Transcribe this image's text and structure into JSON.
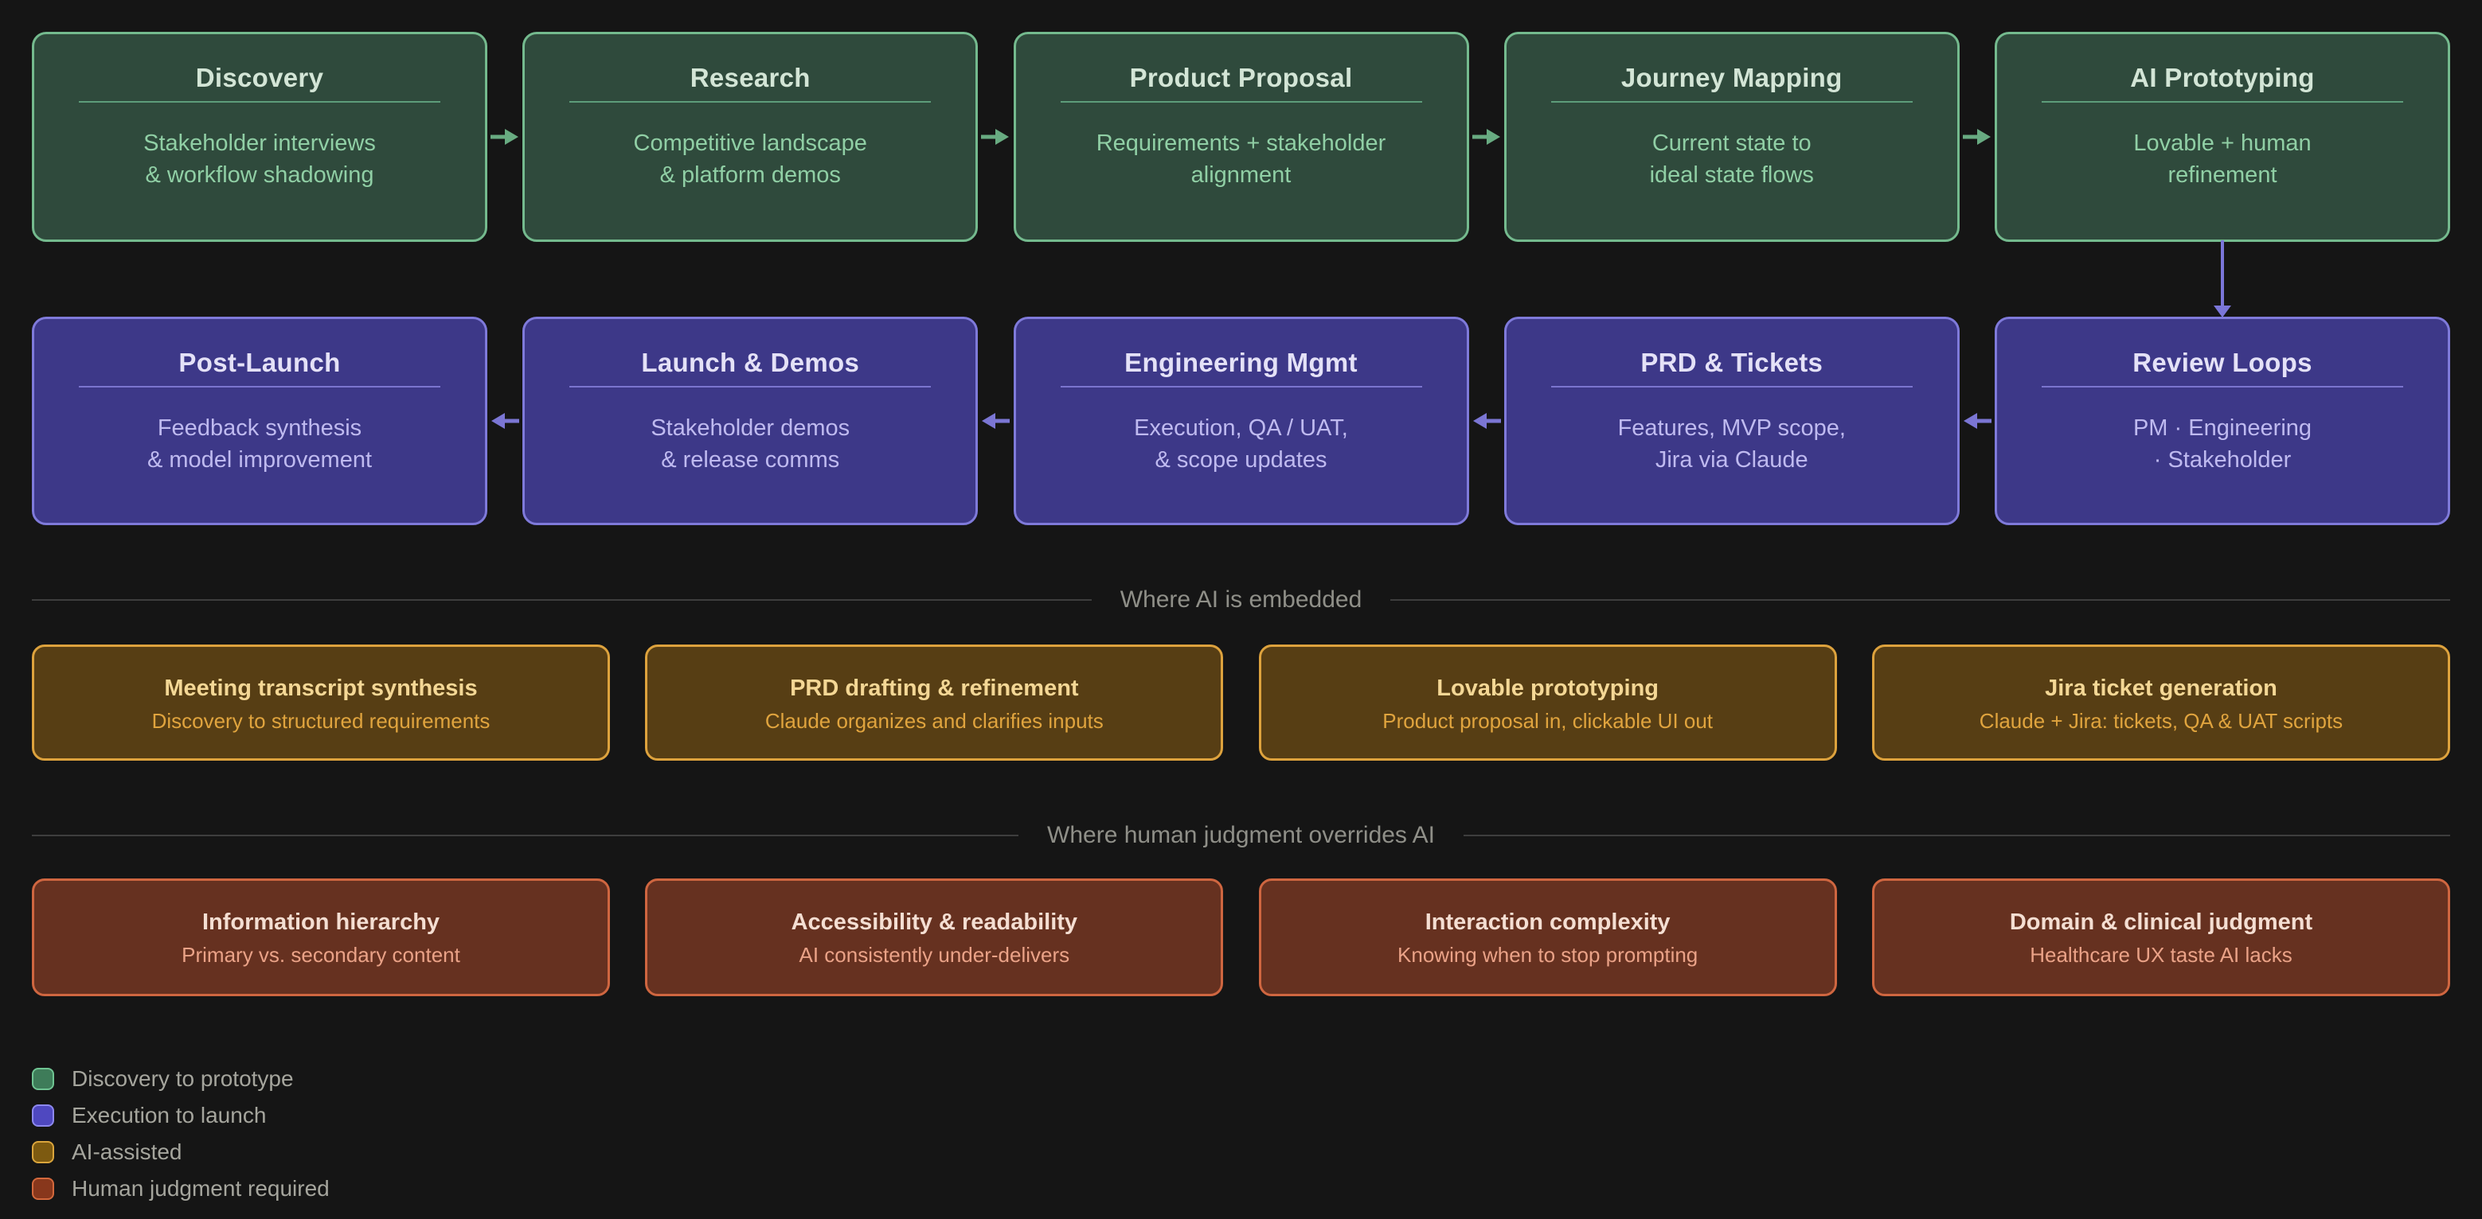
{
  "flow_top": {
    "boxes": [
      {
        "title": "Discovery",
        "line1": "Stakeholder interviews",
        "line2": "& workflow shadowing"
      },
      {
        "title": "Research",
        "line1": "Competitive landscape",
        "line2": "& platform demos"
      },
      {
        "title": "Product Proposal",
        "line1": "Requirements + stakeholder",
        "line2": "alignment"
      },
      {
        "title": "Journey Mapping",
        "line1": "Current state to",
        "line2": "ideal state flows"
      },
      {
        "title": "AI Prototyping",
        "line1": "Lovable + human",
        "line2": "refinement"
      }
    ],
    "arrow_direction": "right"
  },
  "flow_bottom": {
    "boxes": [
      {
        "title": "Post-Launch",
        "line1": "Feedback synthesis",
        "line2": "& model improvement"
      },
      {
        "title": "Launch & Demos",
        "line1": "Stakeholder demos",
        "line2": "& release comms"
      },
      {
        "title": "Engineering Mgmt",
        "line1": "Execution, QA / UAT,",
        "line2": "& scope updates"
      },
      {
        "title": "PRD & Tickets",
        "line1": "Features, MVP scope,",
        "line2": "Jira via Claude"
      },
      {
        "title": "Review Loops",
        "line1": "PM · Engineering",
        "line2": "· Stakeholder"
      }
    ],
    "arrow_direction": "left"
  },
  "dividers": {
    "ai": "Where AI is embedded",
    "human": "Where human judgment overrides AI"
  },
  "ai_row": {
    "boxes": [
      {
        "title": "Meeting transcript synthesis",
        "desc": "Discovery to structured requirements"
      },
      {
        "title": "PRD drafting & refinement",
        "desc": "Claude organizes and clarifies inputs"
      },
      {
        "title": "Lovable prototyping",
        "desc": "Product proposal in, clickable UI out"
      },
      {
        "title": "Jira ticket generation",
        "desc": "Claude + Jira: tickets, QA & UAT scripts"
      }
    ]
  },
  "human_row": {
    "boxes": [
      {
        "title": "Information hierarchy",
        "desc": "Primary vs. secondary content"
      },
      {
        "title": "Accessibility & readability",
        "desc": "AI consistently under-delivers"
      },
      {
        "title": "Interaction complexity",
        "desc": "Knowing when to stop prompting"
      },
      {
        "title": "Domain & clinical judgment",
        "desc": "Healthcare UX taste AI lacks"
      }
    ]
  },
  "legend": {
    "items": [
      {
        "label": "Discovery to prototype",
        "color": "#3e7c59",
        "border": "#6fc492"
      },
      {
        "label": "Execution to launch",
        "color": "#4f48c0",
        "border": "#8d88ee"
      },
      {
        "label": "AI-assisted",
        "color": "#7d5a10",
        "border": "#daa53c"
      },
      {
        "label": "Human judgment required",
        "color": "#88371c",
        "border": "#d3683c"
      }
    ]
  },
  "colors": {
    "background": "#151515",
    "green_fill": "#2f4a3c",
    "green_border": "#74ba8e",
    "green_text": "#90cfa5",
    "purple_fill": "#3d3888",
    "purple_border": "#7f7ada",
    "purple_text": "#bfbaf0",
    "amber_fill": "#573e14",
    "amber_border": "#dda23d",
    "amber_text": "#e0a43e",
    "red_fill": "#663120",
    "red_border": "#cf6640",
    "red_text": "#eaa287",
    "divider_text": "#8f8f88",
    "arrow_green": "#68ab81",
    "arrow_purple": "#7b76d4"
  }
}
